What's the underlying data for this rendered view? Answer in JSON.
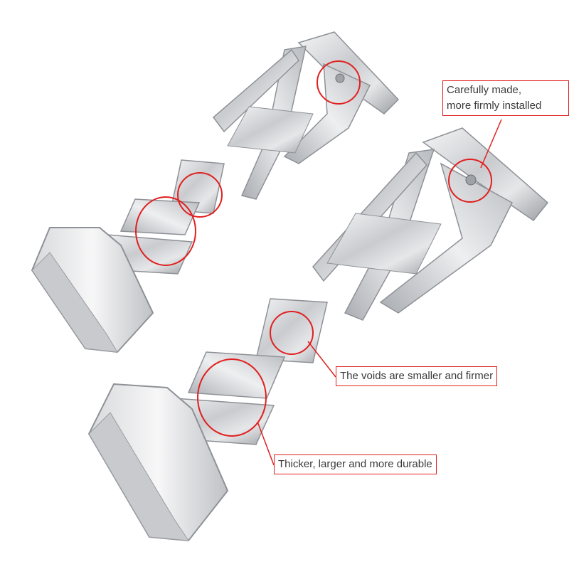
{
  "callouts": [
    {
      "lines": [
        "Carefully made,",
        "more firmly installed"
      ]
    },
    {
      "lines": [
        "The voids are smaller and firmer"
      ]
    },
    {
      "lines": [
        "Thicker, larger and more durable"
      ]
    }
  ],
  "colors": {
    "annotation": "#e02020",
    "steel_light": "#e8e9eb",
    "steel_mid": "#c4c6ca",
    "steel_dark": "#8e9196",
    "background": "#ffffff"
  }
}
